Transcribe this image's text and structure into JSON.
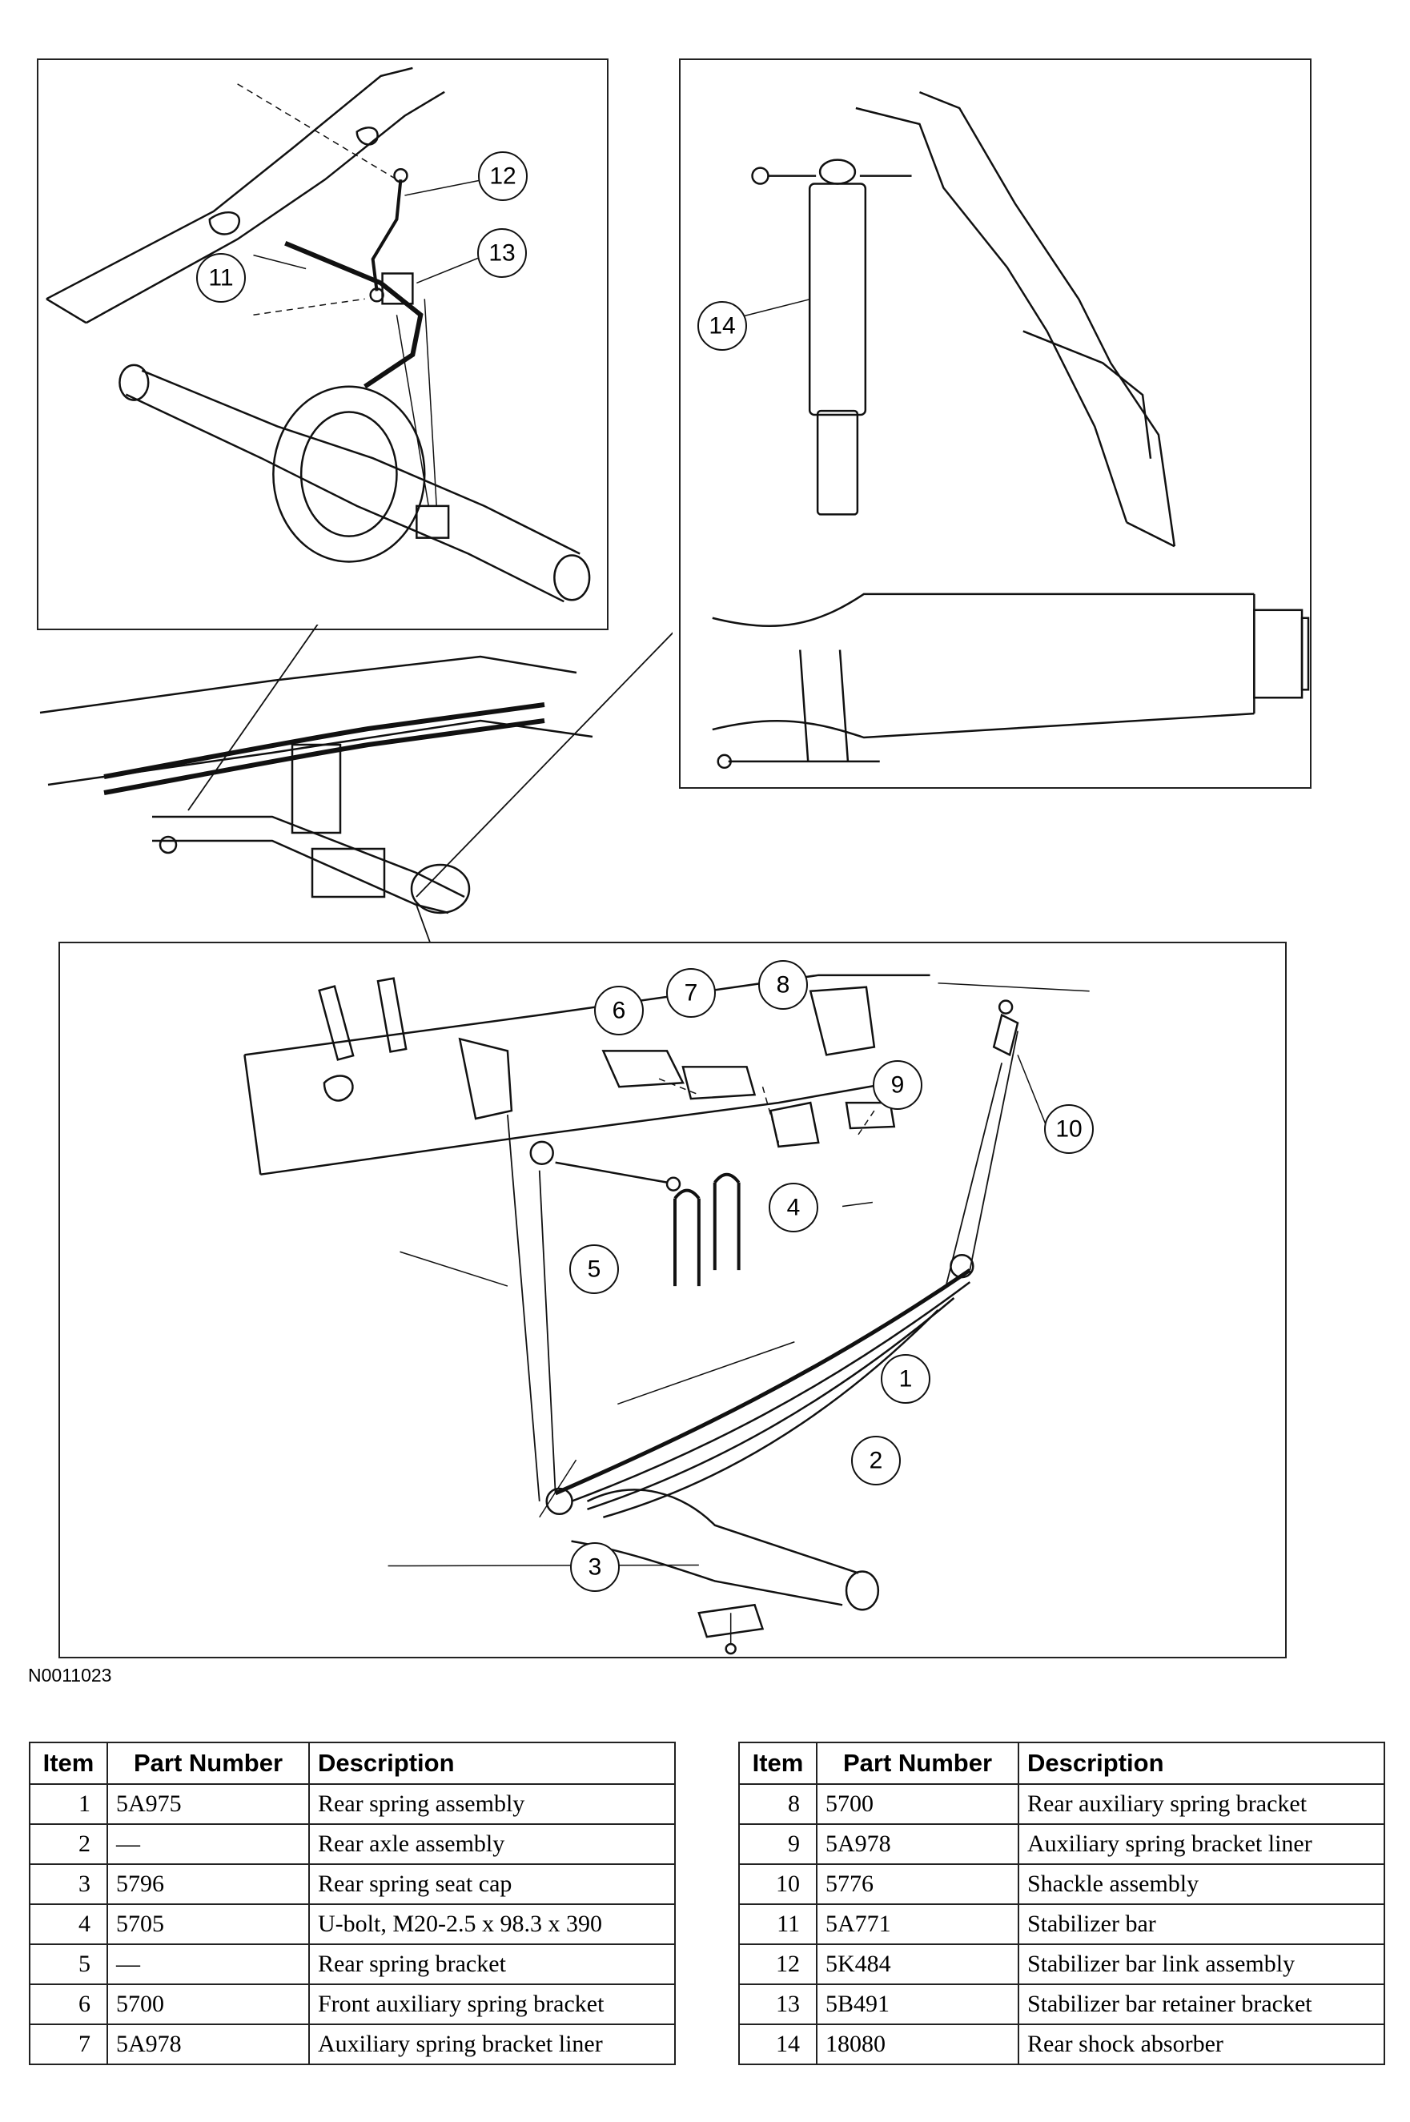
{
  "figure_id": "N0011023",
  "callouts": {
    "c1": "1",
    "c2": "2",
    "c3": "3",
    "c4": "4",
    "c5": "5",
    "c6": "6",
    "c7": "7",
    "c8": "8",
    "c9": "9",
    "c10": "10",
    "c11": "11",
    "c12": "12",
    "c13": "13",
    "c14": "14"
  },
  "table_headers": {
    "item": "Item",
    "part_number": "Part Number",
    "description": "Description"
  },
  "parts_left": [
    {
      "item": "1",
      "part_number": "5A975",
      "description": "Rear spring assembly"
    },
    {
      "item": "2",
      "part_number": "—",
      "description": "Rear axle assembly"
    },
    {
      "item": "3",
      "part_number": "5796",
      "description": "Rear spring seat cap"
    },
    {
      "item": "4",
      "part_number": "5705",
      "description": "U-bolt, M20-2.5 x 98.3 x 390"
    },
    {
      "item": "5",
      "part_number": "—",
      "description": "Rear spring bracket"
    },
    {
      "item": "6",
      "part_number": "5700",
      "description": "Front auxiliary spring bracket"
    },
    {
      "item": "7",
      "part_number": "5A978",
      "description": "Auxiliary spring bracket liner"
    }
  ],
  "parts_right": [
    {
      "item": "8",
      "part_number": "5700",
      "description": "Rear auxiliary spring bracket"
    },
    {
      "item": "9",
      "part_number": "5A978",
      "description": "Auxiliary spring bracket liner"
    },
    {
      "item": "10",
      "part_number": "5776",
      "description": "Shackle assembly"
    },
    {
      "item": "11",
      "part_number": "5A771",
      "description": "Stabilizer bar"
    },
    {
      "item": "12",
      "part_number": "5K484",
      "description": "Stabilizer bar link assembly"
    },
    {
      "item": "13",
      "part_number": "5B491",
      "description": "Stabilizer bar retainer bracket"
    },
    {
      "item": "14",
      "part_number": "18080",
      "description": "Rear shock absorber"
    }
  ]
}
